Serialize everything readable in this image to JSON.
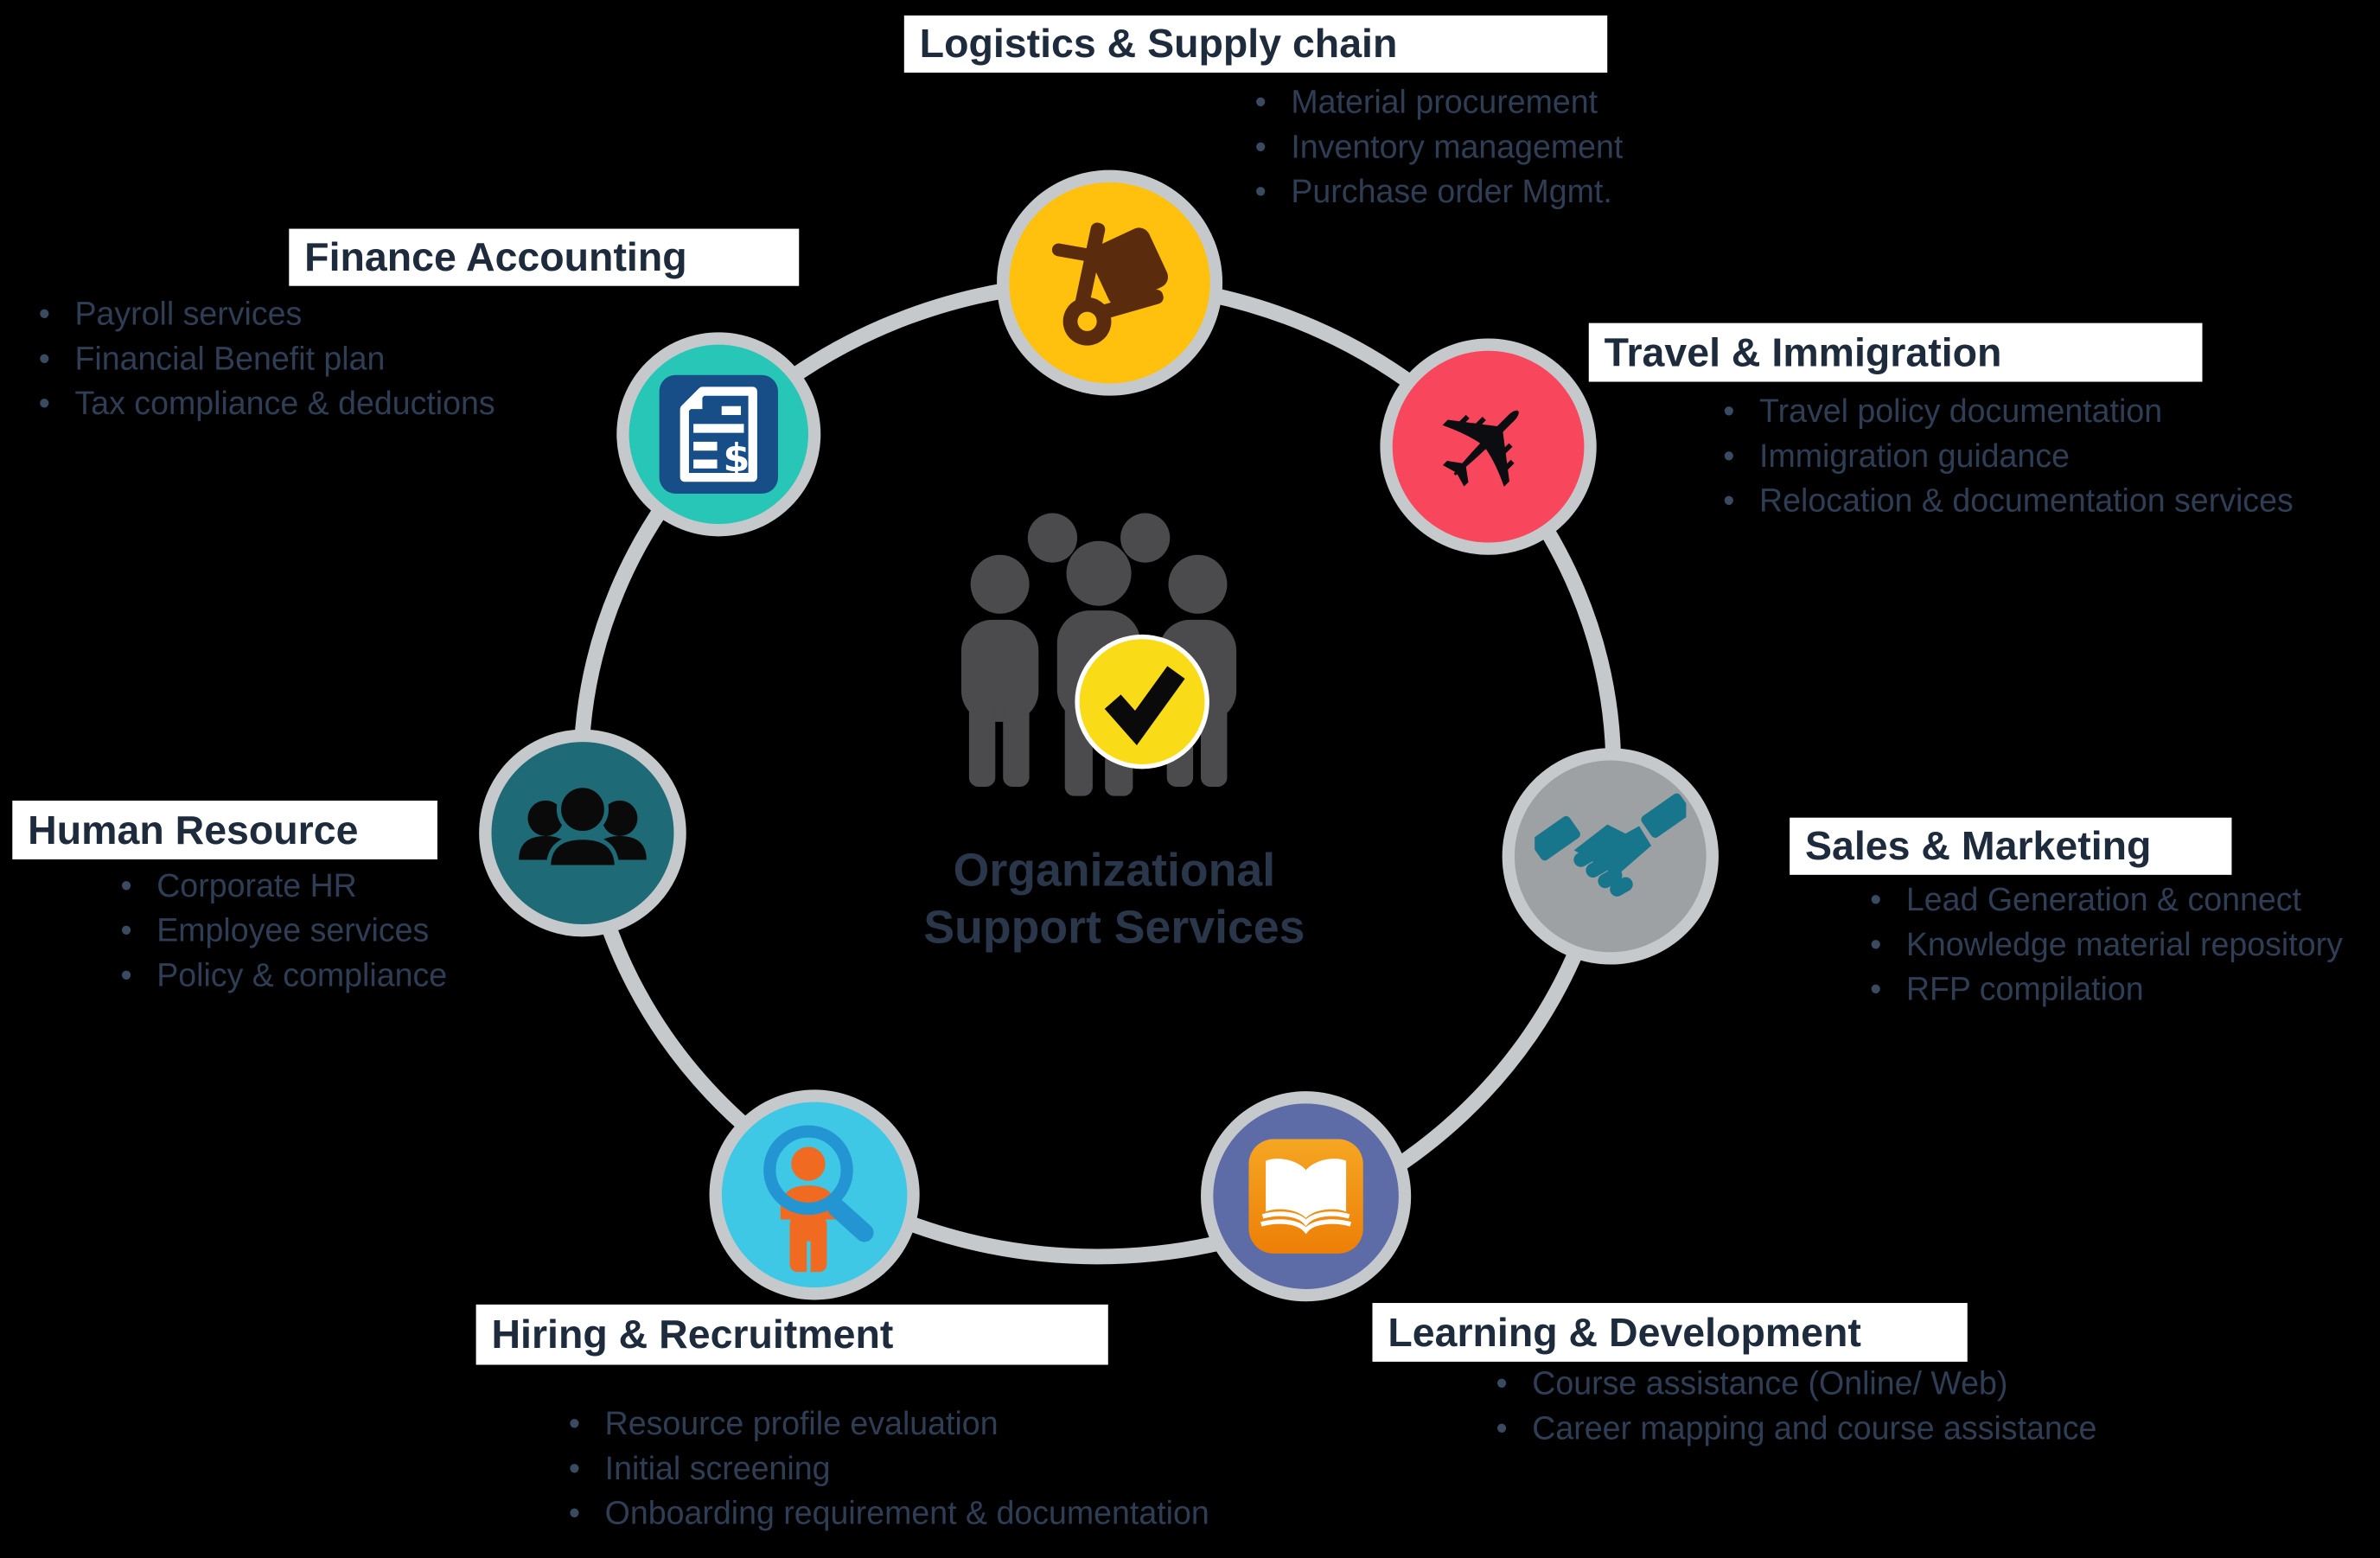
{
  "title": {
    "line1": "Organizational",
    "line2": "Support Services"
  },
  "colors": {
    "background": "#000000",
    "ring": "#C6C9CB",
    "title_text": "#1D2B3C",
    "bullet_text": "#2F3E55",
    "center_text": "#2A3649",
    "check_circle": "#F9DC17"
  },
  "center_icon": "team-check-icon",
  "plane_glyph": "✈",
  "sections": {
    "logistics": {
      "title": "Logistics & Supply chain",
      "icon": "hand-truck-icon",
      "color": "#FFC10D",
      "bullets": [
        "Material procurement",
        "Inventory management",
        "Purchase order Mgmt."
      ]
    },
    "travel": {
      "title": "Travel & Immigration",
      "icon": "airplane-icon",
      "color": "#F8475C",
      "bullets": [
        "Travel policy documentation",
        "Immigration guidance",
        "Relocation & documentation services"
      ]
    },
    "sales": {
      "title": "Sales & Marketing",
      "icon": "handshake-icon",
      "color": "#9EA1A4",
      "bullets": [
        "Lead Generation & connect",
        "Knowledge material repository",
        "RFP compilation"
      ]
    },
    "learning": {
      "title": "Learning & Development",
      "icon": "open-book-icon",
      "color": "#5D6BA7",
      "bullets": [
        "Course assistance (Online/ Web)",
        "Career mapping and course assistance"
      ]
    },
    "hiring": {
      "title": "Hiring & Recruitment",
      "icon": "candidate-search-icon",
      "color": "#3EC8E6",
      "bullets": [
        "Resource profile evaluation",
        "Initial screening",
        "Onboarding requirement & documentation"
      ]
    },
    "hr": {
      "title": "Human Resource",
      "icon": "people-group-icon",
      "color": "#1E6B77",
      "bullets": [
        "Corporate HR",
        "Employee services",
        "Policy & compliance"
      ]
    },
    "finance": {
      "title": "Finance Accounting",
      "icon": "invoice-icon",
      "color": "#27C6B6",
      "bullets": [
        "Payroll services",
        "Financial Benefit plan",
        "Tax compliance & deductions"
      ]
    }
  }
}
